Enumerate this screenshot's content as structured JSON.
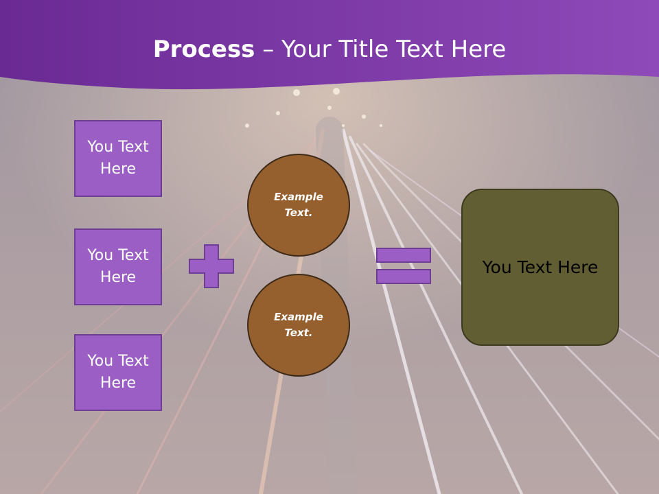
{
  "slide": {
    "title_bold": "Process",
    "title_rest": " – Your Title Text Here"
  },
  "left_boxes": [
    {
      "label": "You Text Here"
    },
    {
      "label": "You Text Here"
    },
    {
      "label": "You Text Here"
    }
  ],
  "circles": [
    {
      "label": "Example Text."
    },
    {
      "label": "Example Text."
    }
  ],
  "operators": {
    "plus": "plus-sign",
    "equals": "equals-sign"
  },
  "result_box": {
    "label": "You Text Here"
  },
  "colors": {
    "header": "#7b3fa8",
    "box": "#9b5ec4",
    "circle": "#96602e",
    "result": "#625e33",
    "operator": "#9b5ec4"
  }
}
